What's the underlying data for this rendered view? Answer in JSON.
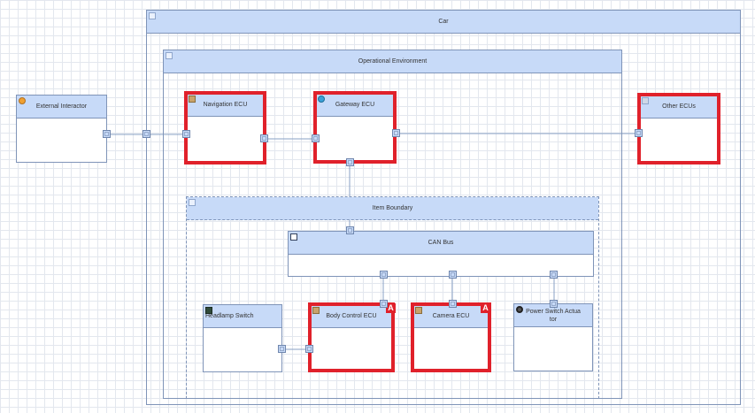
{
  "diagram": {
    "car": {
      "label": "Car"
    },
    "operational_environment": {
      "label": "Operational Environment"
    },
    "external_interactor": {
      "label": "External Interactor"
    },
    "navigation_ecu": {
      "label": "Navigation ECU"
    },
    "gateway_ecu": {
      "label": "Gateway ECU"
    },
    "other_ecus": {
      "label": "Other ECUs"
    },
    "item_boundary": {
      "label": "Item Boundary"
    },
    "can_bus": {
      "label": "CAN Bus"
    },
    "headlamp_switch": {
      "label": "Headlamp Switch"
    },
    "body_control_ecu": {
      "label": "Body Control ECU",
      "badge": "A"
    },
    "camera_ecu": {
      "label": "Camera ECU",
      "badge": "A"
    },
    "power_switch_actuator": {
      "label_line1": "Power Switch Actua",
      "label_line2": "tor"
    }
  },
  "colors": {
    "header_fill": "#c7daf8",
    "border": "#7f94b8",
    "highlight": "#e0212b"
  }
}
